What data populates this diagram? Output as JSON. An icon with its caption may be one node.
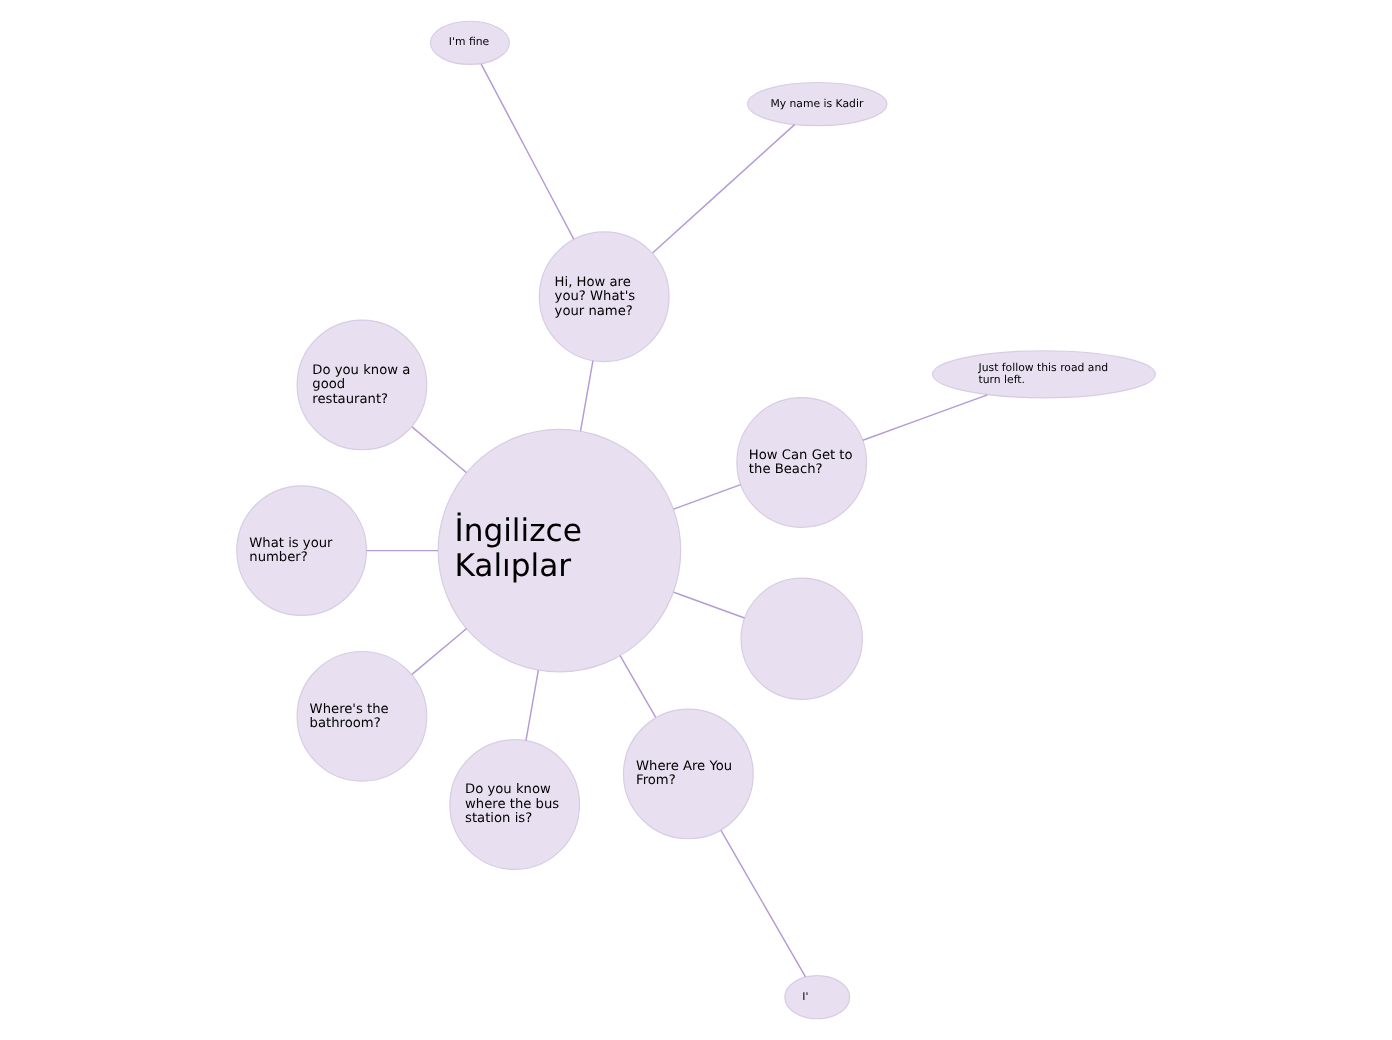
{
  "diagram": {
    "nodes": [
      {
        "text": [
          "İngilizce Kalıplar"
        ]
      },
      {
        "text": [
          "How Can Get to the Beach?"
        ]
      },
      {
        "text": [
          "Just follow this road and turn left."
        ]
      },
      {
        "text": [
          "Hi, How are you? What's your name?"
        ]
      },
      {
        "text": [
          "My name is Kadir"
        ]
      },
      {
        "text": [
          "I'm fine"
        ]
      },
      {
        "text": [
          "Do you know a good restaurant?"
        ]
      },
      {
        "text": [
          "What is your number?"
        ]
      },
      {
        "text": [
          "Where's the bathroom?"
        ]
      },
      {
        "text": [
          "Do you know where the bus station is?"
        ]
      },
      {
        "text": [
          "Where Are You From?"
        ]
      },
      {
        "text": [
          "I'"
        ]
      },
      {
        "text": [],
        "shape": "circle"
      }
    ],
    "edges": [
      {
        "from": 0,
        "to": 1,
        "arrow": "none"
      },
      {
        "from": 1,
        "to": 2,
        "arrow": "none"
      },
      {
        "from": 0,
        "to": 3,
        "arrow": "none"
      },
      {
        "from": 3,
        "to": 4,
        "arrow": "none"
      },
      {
        "from": 3,
        "to": 5,
        "arrow": "none"
      },
      {
        "from": 0,
        "to": 6,
        "arrow": "none"
      },
      {
        "from": 0,
        "to": 7,
        "arrow": "none"
      },
      {
        "from": 0,
        "to": 8,
        "arrow": "none"
      },
      {
        "from": 0,
        "to": 9,
        "arrow": "none"
      },
      {
        "from": 0,
        "to": 10,
        "arrow": "none"
      },
      {
        "from": 10,
        "to": 11,
        "arrow": "none"
      },
      {
        "from": 0,
        "to": 12,
        "arrow": "none"
      }
    ]
  }
}
